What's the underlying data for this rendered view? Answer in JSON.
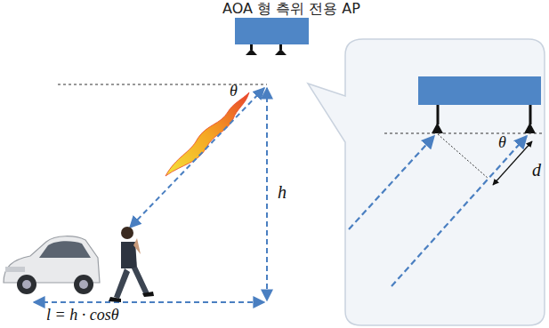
{
  "diagram": {
    "nodes": [
      {
        "text": [
          "AOA 형 측위 전용 AP"
        ]
      }
    ],
    "labels": [
      "θ",
      "h",
      "l = h · cosθ",
      "θ",
      "d"
    ]
  }
}
